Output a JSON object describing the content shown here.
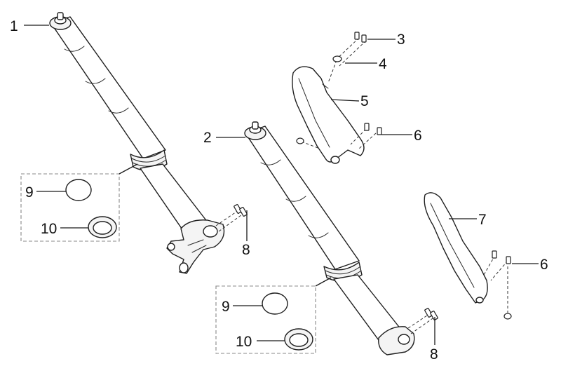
{
  "callouts": [
    {
      "id": "c1",
      "label": "1"
    },
    {
      "id": "c2",
      "label": "2"
    },
    {
      "id": "c3",
      "label": "3"
    },
    {
      "id": "c4",
      "label": "4"
    },
    {
      "id": "c5",
      "label": "5"
    },
    {
      "id": "c6a",
      "label": "6"
    },
    {
      "id": "c6b",
      "label": "6"
    },
    {
      "id": "c7",
      "label": "7"
    },
    {
      "id": "c8a",
      "label": "8"
    },
    {
      "id": "c8b",
      "label": "8"
    },
    {
      "id": "c9a",
      "label": "9"
    },
    {
      "id": "c9b",
      "label": "9"
    },
    {
      "id": "c10a",
      "label": "10"
    },
    {
      "id": "c10b",
      "label": "10"
    }
  ]
}
